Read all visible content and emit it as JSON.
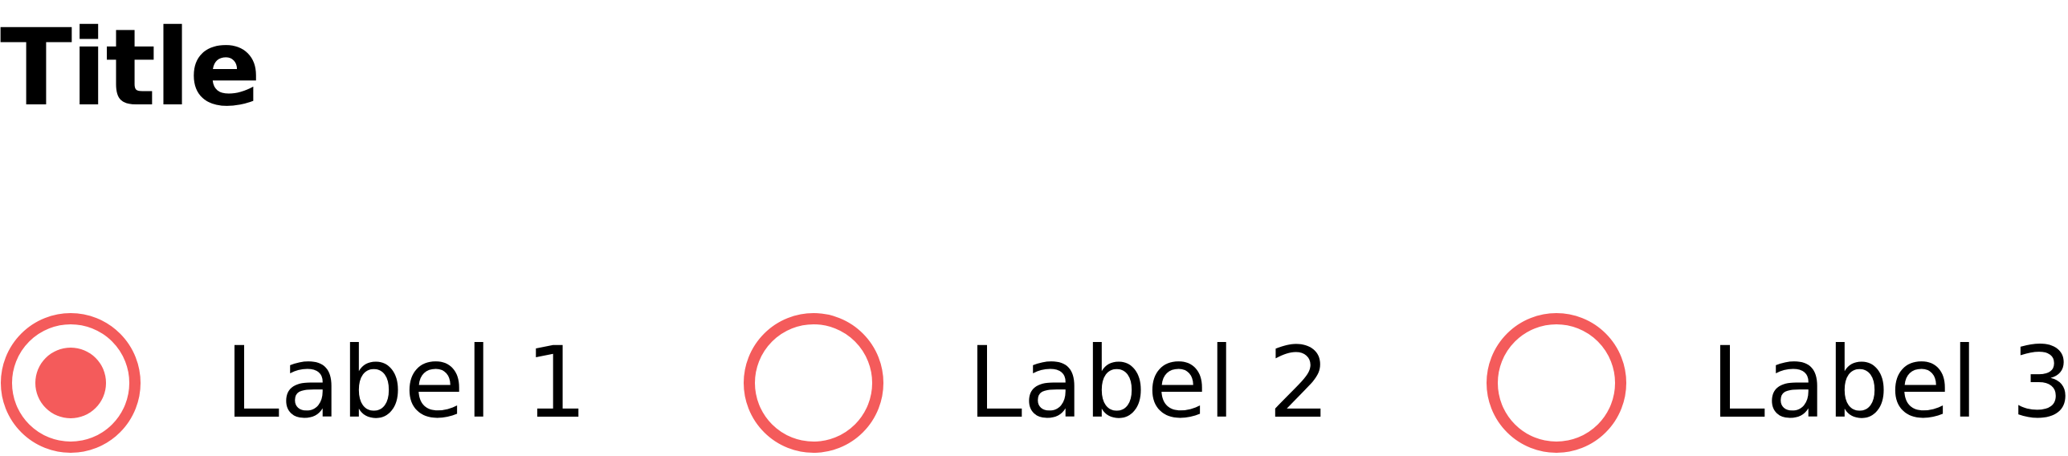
{
  "title": "Title",
  "accent_color": "#F45B5B",
  "radio_group": {
    "selected_index": 0,
    "options": [
      {
        "label": "Label 1",
        "selected": true
      },
      {
        "label": "Label 2",
        "selected": false
      },
      {
        "label": "Label 3",
        "selected": false
      }
    ]
  }
}
